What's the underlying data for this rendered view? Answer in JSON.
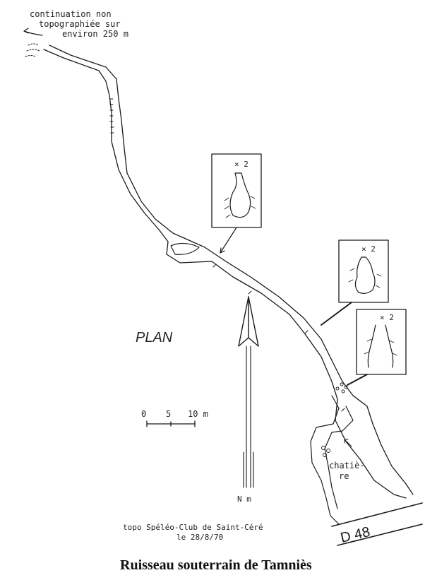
{
  "note": {
    "line1": "continuation non",
    "line2": "topographiée sur",
    "line3": "environ 250 m"
  },
  "plan_label": "PLAN",
  "scale": {
    "tick0": "0",
    "tick5": "5",
    "tick10": "10 m"
  },
  "north_label": "N m",
  "cross_sections": [
    {
      "scale_label": "× 2"
    },
    {
      "scale_label": "× 2"
    },
    {
      "scale_label": "× 2"
    }
  ],
  "chatiere_label": {
    "line1": "chatiè-",
    "line2": "re"
  },
  "road_label": "D 48",
  "credits": {
    "line1": "topo Spéléo-Club de Saint-Céré",
    "line2": "le 28/8/70"
  },
  "title": "Ruisseau souterrain de Tamniès"
}
